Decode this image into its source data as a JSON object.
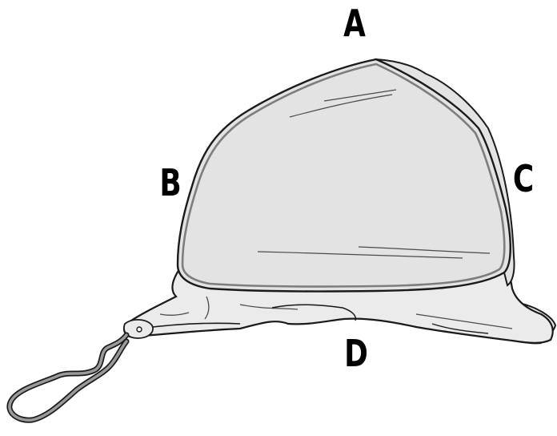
{
  "diagram": {
    "callouts": {
      "a": "A",
      "b": "B",
      "c": "C",
      "d": "D"
    },
    "icon": "bucket-hat-with-drawstring",
    "colors": {
      "crown_fill": "#e3e3e3",
      "brim_fill": "#ebebeb",
      "outline": "#1a1a1a",
      "seam": "#7d7d7d",
      "background": "#ffffff"
    }
  }
}
